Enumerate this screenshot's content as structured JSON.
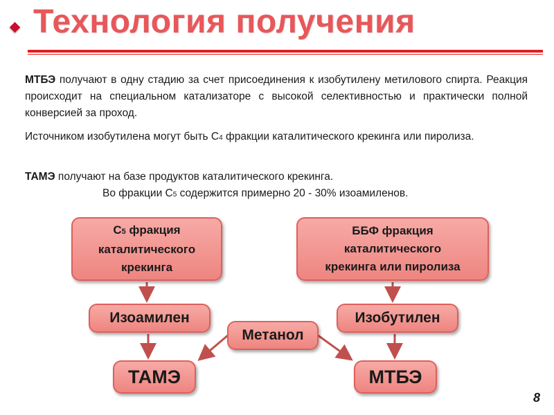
{
  "slide": {
    "title": "Технология получения",
    "page_number": "8"
  },
  "paragraph1": {
    "lead": "МТБЭ",
    "text": " получают в одну стадию за счет присоединения к изобутилену метилового спирта. Реакция происходит на специальном катализаторе с высокой селективностью и практически полной конверсией за проход."
  },
  "paragraph2": {
    "before": "Источником изобутилена могут быть С",
    "sub": "4",
    "after": " фракции каталитического крекинга или пиролиза."
  },
  "paragraph3": {
    "lead": "ТАМЭ",
    "text": " получают на базе продуктов каталитического крекинга.",
    "line2_before": "Во фракции С",
    "line2_sub": "5",
    "line2_after": " содержится примерно 20 - 30% изоамиленов."
  },
  "diagram": {
    "c5_prefix": "С",
    "c5_sub": "5",
    "c5_rest1": " фракция",
    "c5_rest2": "каталитического",
    "c5_rest3": "крекинга",
    "bbf_line1": "ББФ фракция",
    "bbf_line2": "каталитического",
    "bbf_line3": "крекинга или пиролиза",
    "isoamylene": "Изоамилен",
    "isobutylene": "Изобутилен",
    "methanol": "Метанол",
    "tame": "ТАМЭ",
    "mtbe": "МТБЭ"
  },
  "colors": {
    "title": "#e8575a",
    "accent_red": "#e02020",
    "box_fill": "#f19591",
    "arrow": "#c0504d"
  }
}
